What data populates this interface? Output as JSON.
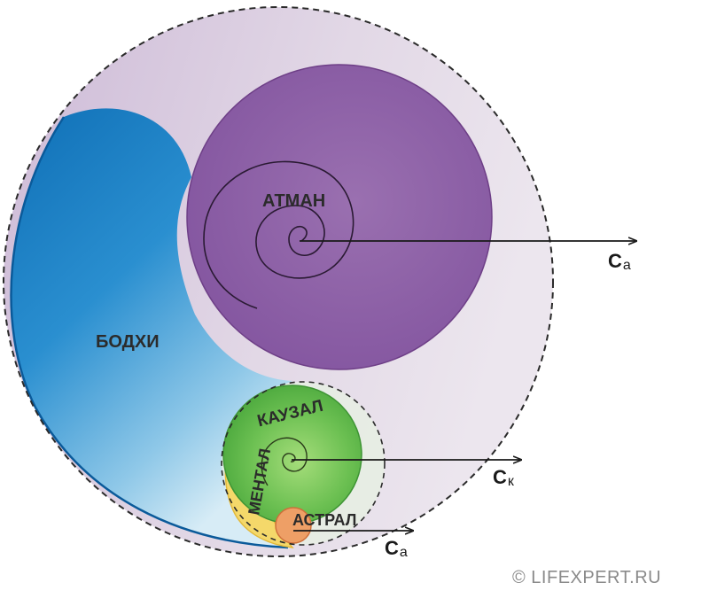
{
  "labels": {
    "atman": "АТМАН",
    "bodhi": "БОДХИ",
    "kauzal": "КАУЗАЛ",
    "mental": "МЕНТАЛ",
    "astral": "АСТРАЛ"
  },
  "arrows": [
    {
      "symbol": "C",
      "subscript": "а"
    },
    {
      "symbol": "C",
      "subscript": "к"
    },
    {
      "symbol": "C",
      "subscript": "а"
    }
  ],
  "watermark": "© LIFEXPERT.RU",
  "colors": {
    "atman": "#8f62a6",
    "bodhi": "#1f7fc4",
    "outer_halo": "#ddd1e2",
    "kauzal": "#5db84a",
    "mental": "#f1d26a",
    "astral": "#ec9a62"
  }
}
